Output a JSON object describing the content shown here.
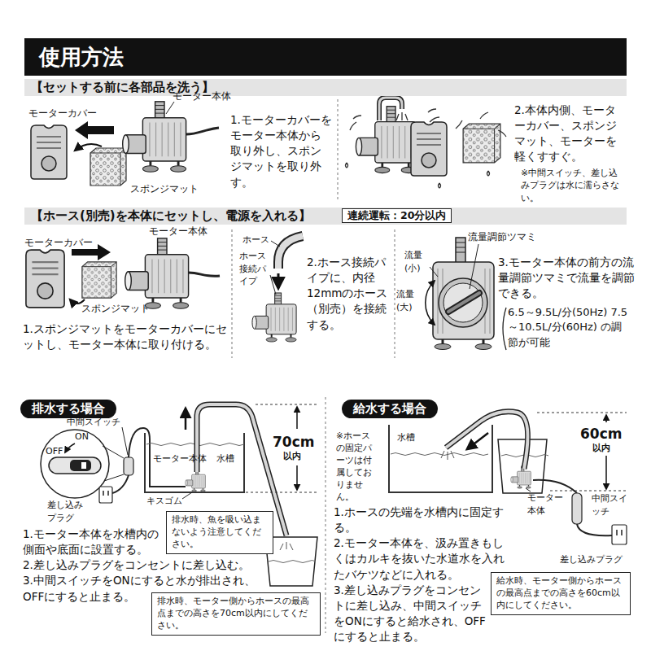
{
  "diagram": {
    "title": "使用方法",
    "nodes": [
      {
        "text": [
          "【セットする前に各部品を洗う】"
        ]
      },
      {
        "text": [
          "【ホース(別売)を本体にセットし、電源を入れる】"
        ]
      },
      {
        "text": [
          "連続運転：20分以内"
        ],
        "in": 1
      },
      {
        "text": [
          "排水する場合"
        ]
      },
      {
        "text": [
          "排水時、魚を吸い込まないよう注意してください。"
        ]
      },
      {
        "text": [
          "排水時、モーター側からホースの最高点までの高さを70cm以内にしてください。"
        ]
      },
      {
        "text": [
          "給水する場合"
        ]
      },
      {
        "text": [
          "給水時、モーター側からホースの最高点までの高さを60cm以内にしてください。"
        ]
      }
    ],
    "labels": [
      "モーターカバー",
      "モーター本体",
      "スポンジマット",
      "1.モーターカバーをモーター本体から取り外し、スポンジマットを取り外す。",
      "2.本体内側、モーターカバー、スポンジマット、モーターを軽くすすぐ。",
      "※中間スイッチ、差し込みプラグは水に濡らさない。",
      "モーターカバー",
      "モーター本体",
      "スポンジマット",
      "1.スポンジマットをモーターカバーにセットし、モーター本体に取り付ける。",
      "ホース",
      "ホース接続パイプ",
      "2.ホース接続パイプに、内径12mmのホース（別売）を接続する。",
      "流量(小)",
      "流量調節ツマミ",
      "流量(大)",
      "3.モーター本体の前方の流量調節ツマミで流量を調節できる。",
      "6.5～9.5L/分(50Hz) 7.5～10.5L/分(60Hz) の調節が可能",
      "中間スイッチ",
      "ON",
      "OFF",
      "差し込みプラグ",
      "モーター本体",
      "水槽",
      "キスゴム",
      "70cm",
      "以内",
      "1.モーター本体を水槽内の側面や底面に設置する。",
      "2.差し込みプラグをコンセントに差し込む。",
      "3.中間スイッチをONにすると水が排出され、OFFにすると止まる。",
      "※ホースの固定パーツは付属しておりません。",
      "水槽",
      "60cm",
      "以内",
      "モーター本体",
      "中間スイッチ",
      "差し込みプラグ",
      "1.ホースの先端を水槽内に固定する。",
      "2.モーター本体を、汲み置きもしくはカルキを抜いた水道水を入れたバケツなどに入れる。",
      "3.差し込みプラグをコンセントに差し込み、中間スイッチをONにすると給水され、OFFにすると止まる。"
    ]
  }
}
